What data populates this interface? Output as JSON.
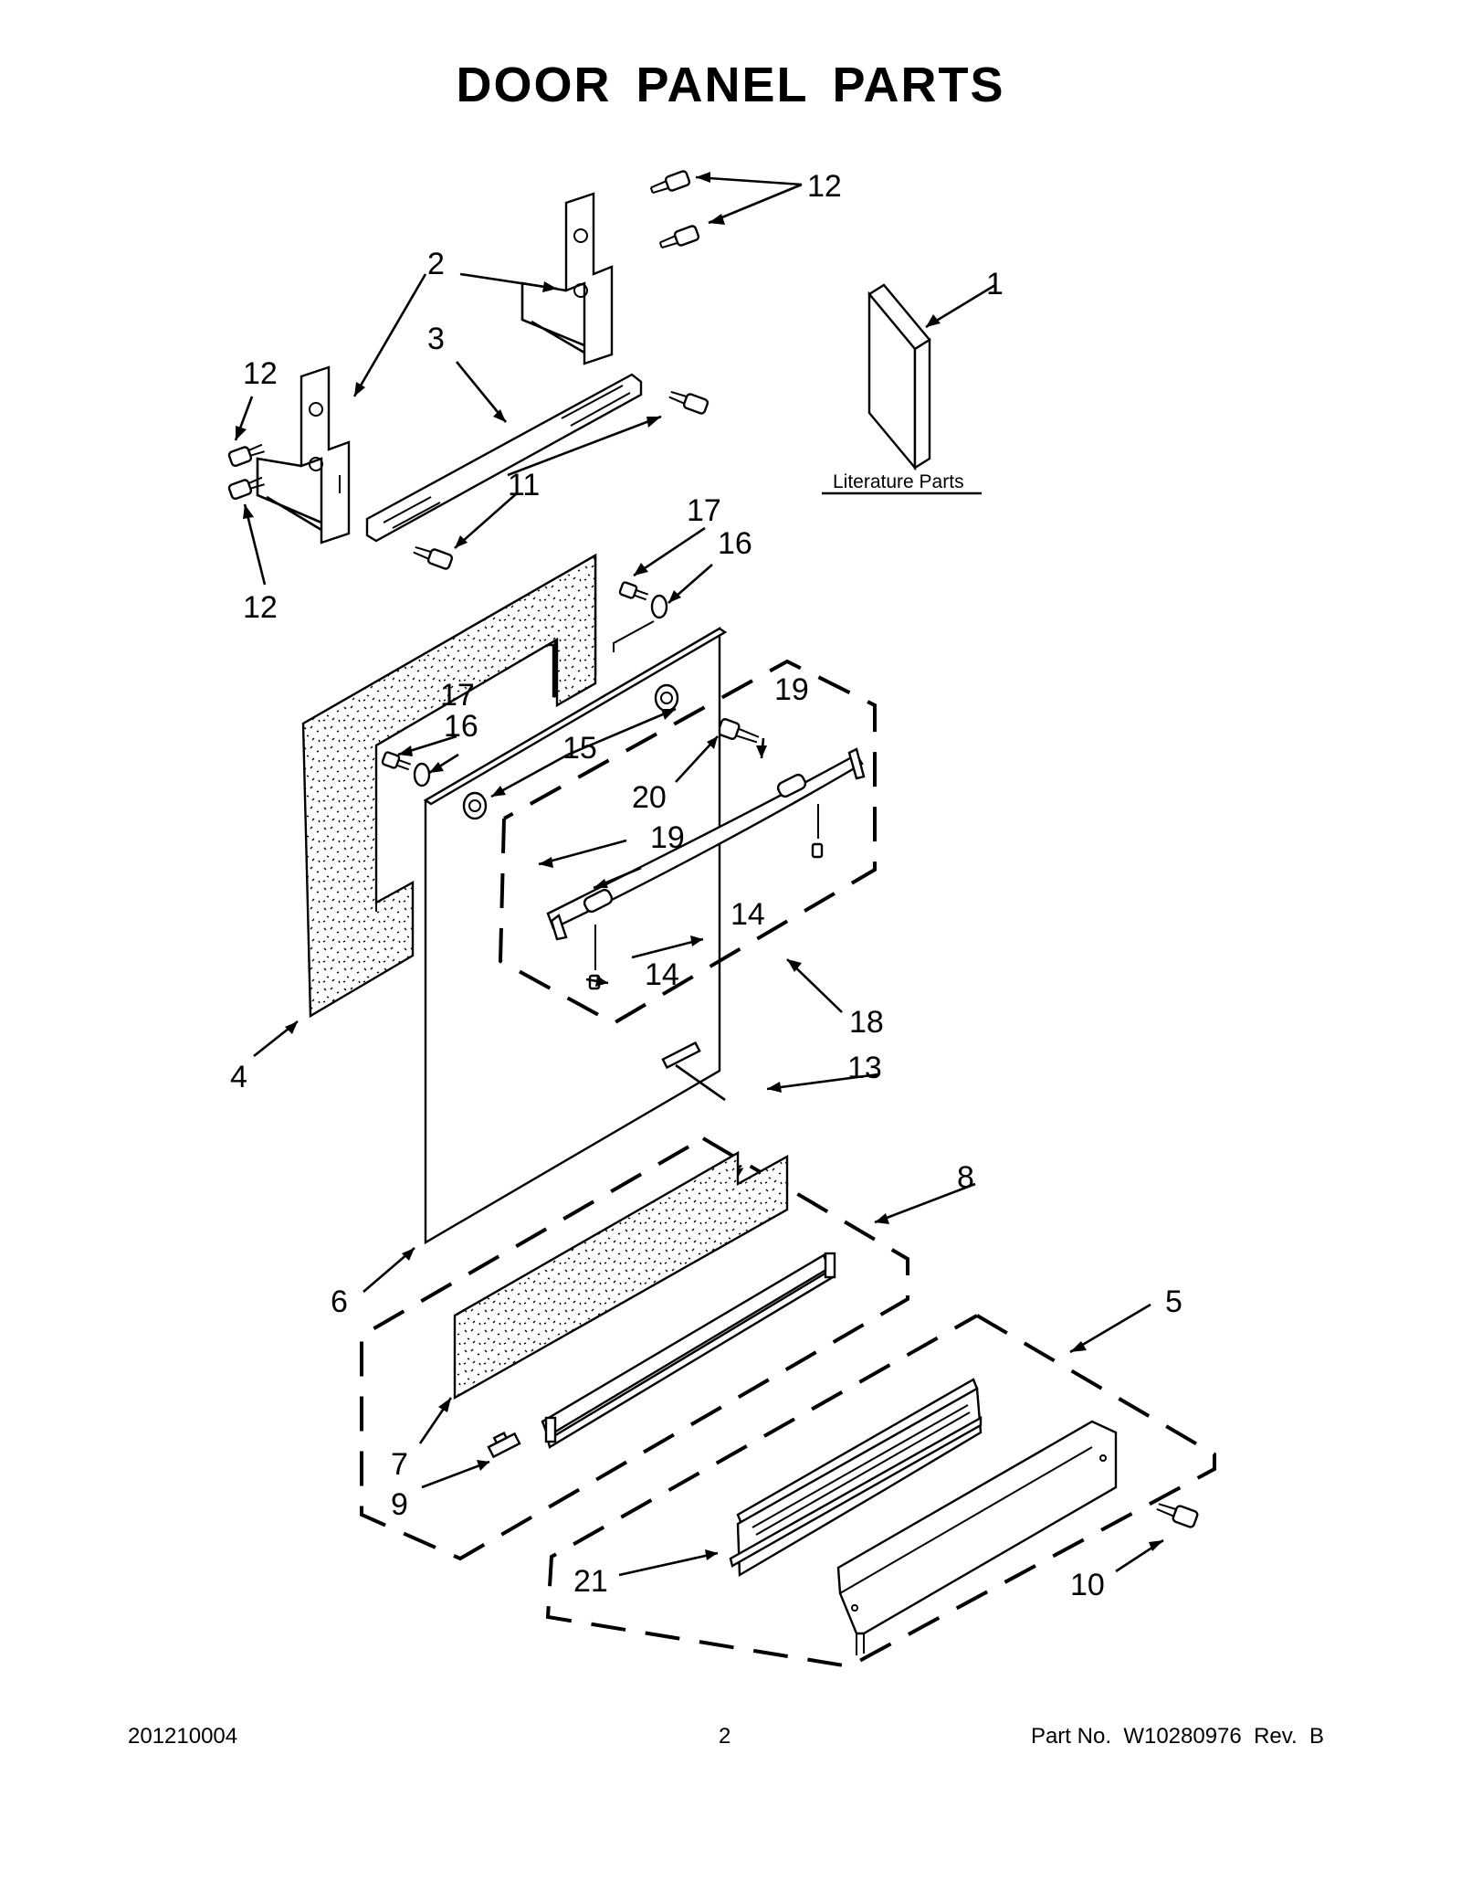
{
  "title": "DOOR PANEL PARTS",
  "diagram": {
    "callouts": [
      "1",
      "2",
      "3",
      "4",
      "5",
      "6",
      "7",
      "8",
      "9",
      "10",
      "11",
      "12",
      "12",
      "12",
      "13",
      "14",
      "14",
      "15",
      "16",
      "16",
      "17",
      "17",
      "18",
      "19",
      "19",
      "20",
      "21"
    ],
    "literature_label": "Literature Parts"
  },
  "footer": {
    "date_code": "201210004",
    "page_number": "2",
    "part_number": "Part No.  W10280976  Rev.  B"
  }
}
